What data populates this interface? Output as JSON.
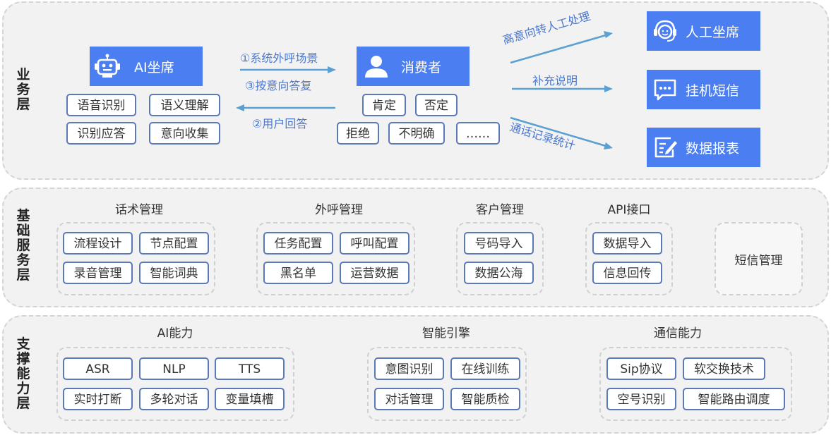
{
  "colors": {
    "accent": "#4b7ef0",
    "arrow": "#5aa0d2",
    "item_border": "#5b78b8",
    "panel": "#f2f2f2"
  },
  "business_layer": {
    "label": "业务层",
    "ai_agent": {
      "label": "AI坐席",
      "icon": "robot-icon"
    },
    "consumer": {
      "label": "消费者",
      "icon": "user-icon"
    },
    "ai_items": [
      "语音识别",
      "语义理解",
      "识别应答",
      "意向收集"
    ],
    "consumer_items": [
      "肯定",
      "否定",
      "拒绝",
      "不明确",
      "……"
    ],
    "arrows": {
      "call_scene": "①系统外呼场景",
      "reply_by_intent": "③按意向答复",
      "user_answer": "②用户回答",
      "to_manual": "高意向转人工处理",
      "supplement": "补充说明",
      "call_stats": "通话记录统计"
    },
    "outputs": [
      {
        "label": "人工坐席",
        "icon": "headset-agent-icon"
      },
      {
        "label": "挂机短信",
        "icon": "sms-icon"
      },
      {
        "label": "数据报表",
        "icon": "report-icon"
      }
    ]
  },
  "service_layer": {
    "label": "基础服务层",
    "groups": [
      {
        "title": "话术管理",
        "items": [
          "流程设计",
          "节点配置",
          "录音管理",
          "智能词典"
        ]
      },
      {
        "title": "外呼管理",
        "items": [
          "任务配置",
          "呼叫配置",
          "黑名单",
          "运营数据"
        ]
      },
      {
        "title": "客户管理",
        "items": [
          "号码导入",
          "数据公海"
        ]
      },
      {
        "title": "API接口",
        "items": [
          "数据导入",
          "信息回传"
        ]
      }
    ],
    "sms": "短信管理"
  },
  "support_layer": {
    "label": "支撑能力层",
    "groups": [
      {
        "title": "AI能力",
        "items": [
          "ASR",
          "NLP",
          "TTS",
          "实时打断",
          "多轮对话",
          "变量填槽"
        ]
      },
      {
        "title": "智能引擎",
        "items": [
          "意图识别",
          "在线训练",
          "对话管理",
          "智能质检"
        ]
      },
      {
        "title": "通信能力",
        "items": [
          "Sip协议",
          "软交换技术",
          "空号识别",
          "智能路由调度"
        ]
      }
    ]
  }
}
